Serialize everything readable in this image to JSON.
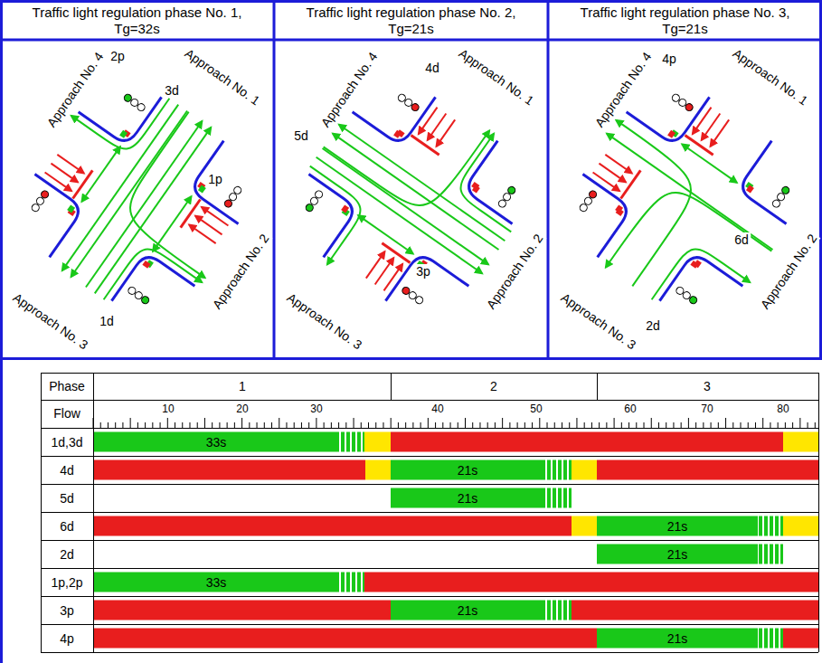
{
  "diagram": {
    "nodes": [
      {
        "text": [
          "Traffic light regulation phase No. 1, Tg=32s"
        ]
      },
      {
        "text": [
          "Traffic light regulation phase No. 2, Tg=21s"
        ]
      },
      {
        "text": [
          "Traffic light regulation phase No. 3, Tg=21s"
        ]
      }
    ],
    "labels": [
      "Approach No. 1",
      "Approach No. 2",
      "Approach No. 3",
      "Approach No. 4",
      "3d",
      "2p",
      "1p",
      "1d",
      "Approach No. 1",
      "Approach No. 2",
      "Approach No. 3",
      "Approach No. 4",
      "4d",
      "5d",
      "3p",
      "Approach No. 1",
      "Approach No. 2",
      "Approach No. 3",
      "Approach No. 4",
      "4p",
      "6d",
      "2d",
      "Phase",
      "1",
      "2",
      "3",
      "Flow",
      "10",
      "20",
      "30",
      "40",
      "50",
      "60",
      "70",
      "80",
      "1d,3d",
      "4d",
      "5d",
      "6d",
      "2d",
      "1p,2p",
      "3p",
      "4p",
      "33s",
      "21s",
      "21s",
      "21s",
      "21s",
      "33s",
      "21s",
      "21s"
    ]
  }
}
